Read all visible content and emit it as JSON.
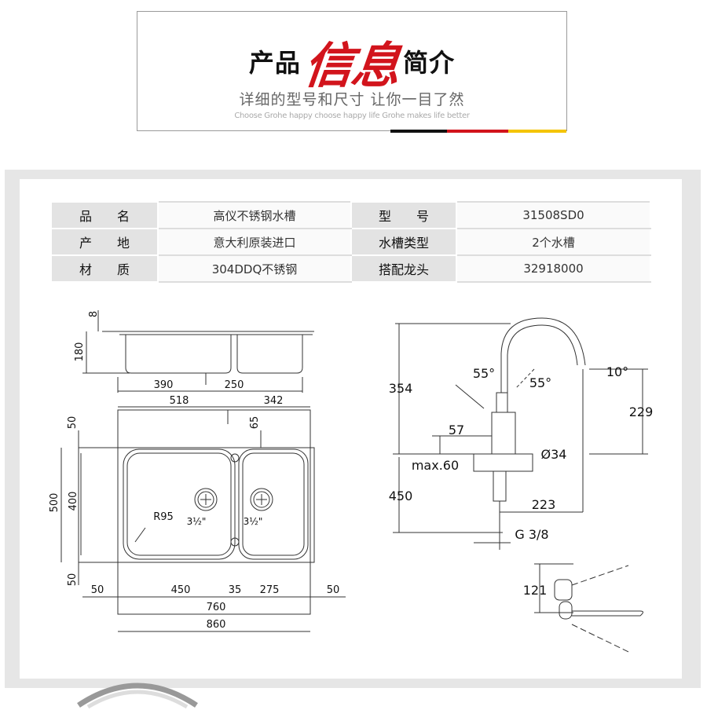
{
  "banner": {
    "title_left": "产品",
    "title_red": "信息",
    "title_right": "简介",
    "subtitle": "详细的型号和尺寸  让你一目了然",
    "slogan": "Choose Grohe happy choose happy life  Grohe makes life better",
    "flag_colors": [
      "#111111",
      "#d2141c",
      "#f4c400"
    ]
  },
  "spec_table": {
    "rows": [
      {
        "k1": "品　　名",
        "v1": "高仪不锈钢水槽",
        "k2": "型　　号",
        "v2": "31508SD0"
      },
      {
        "k1": "产　　地",
        "v1": "意大利原装进口",
        "k2": "水槽类型",
        "v2": "2个水槽"
      },
      {
        "k1": "材　　质",
        "v1": "304DDQ不锈钢",
        "k2": "搭配龙头",
        "v2": "32918000"
      }
    ]
  },
  "sink_drawing": {
    "side_dims": {
      "d8": "8",
      "d180": "180",
      "d390": "390",
      "d250": "250"
    },
    "top_dims": {
      "d518": "518",
      "d342": "342",
      "d65": "65",
      "d50a": "50",
      "d500": "500",
      "d400": "400",
      "d50b": "50",
      "r95": "R95",
      "drain1": "3½\"",
      "drain2": "3½\"",
      "b50a": "50",
      "b450": "450",
      "b35": "35",
      "b275": "275",
      "b50b": "50",
      "d760": "760",
      "d860": "860"
    }
  },
  "faucet_drawing": {
    "d354": "354",
    "d55a": "55°",
    "d55b": "55°",
    "d10": "10°",
    "d229": "229",
    "d57": "57",
    "d34": "Ø34",
    "max60": "max.60",
    "d450": "450",
    "d223": "223",
    "thread": "G 3/8",
    "d121": "121"
  }
}
